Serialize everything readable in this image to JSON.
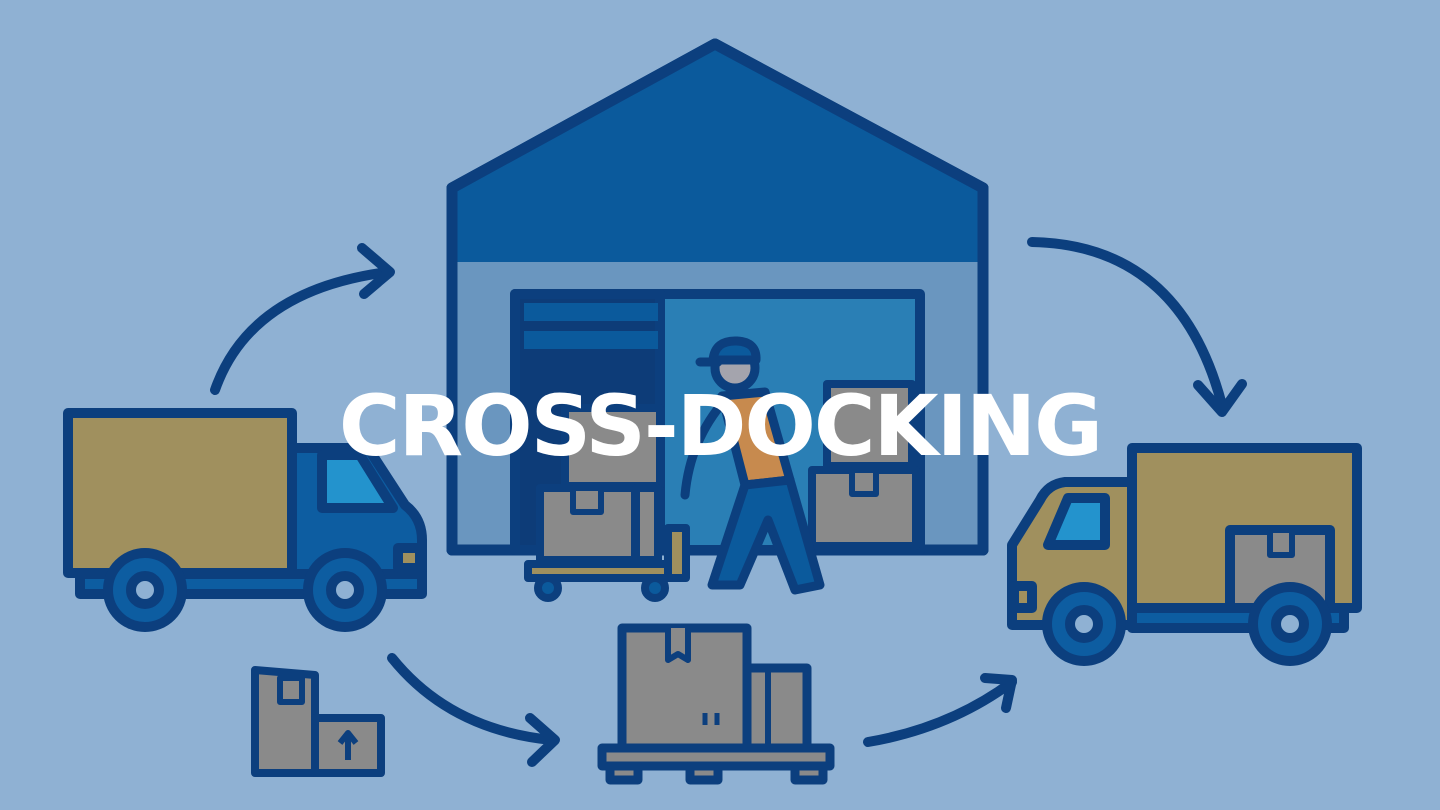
{
  "title": "CROSS-DOCKING",
  "colors": {
    "background": "#8fb1d3",
    "outline": "#0c3f7e",
    "warehouse_roof": "#0b5a9c",
    "warehouse_wall": "#6a96bf",
    "door_dark": "#0d3c78",
    "door_light": "#2a7fb5",
    "cargo_tan": "#a0905e",
    "box_gray": "#8a8a8a",
    "truck_blue": "#0d5da1",
    "window_blue": "#2393cd",
    "wheel_hub": "#8fb1d3",
    "vest_orange": "#c78a4e",
    "skin_gray": "#a4a4ad",
    "title_text": "#ffffff"
  },
  "scene": {
    "warehouse": "warehouse-with-open-dock-door",
    "worker": "worker-pushing-hand-truck",
    "inbound_truck": "blue-truck-with-tan-cargo",
    "outbound_truck": "tan-truck-with-box",
    "small_boxes": "stacked-boxes-with-up-arrow",
    "pallet": "boxes-on-pallet",
    "arrows": [
      "arrow-truck-to-warehouse",
      "arrow-warehouse-to-truck",
      "arrow-boxes-to-pallet",
      "arrow-pallet-to-truck"
    ]
  }
}
